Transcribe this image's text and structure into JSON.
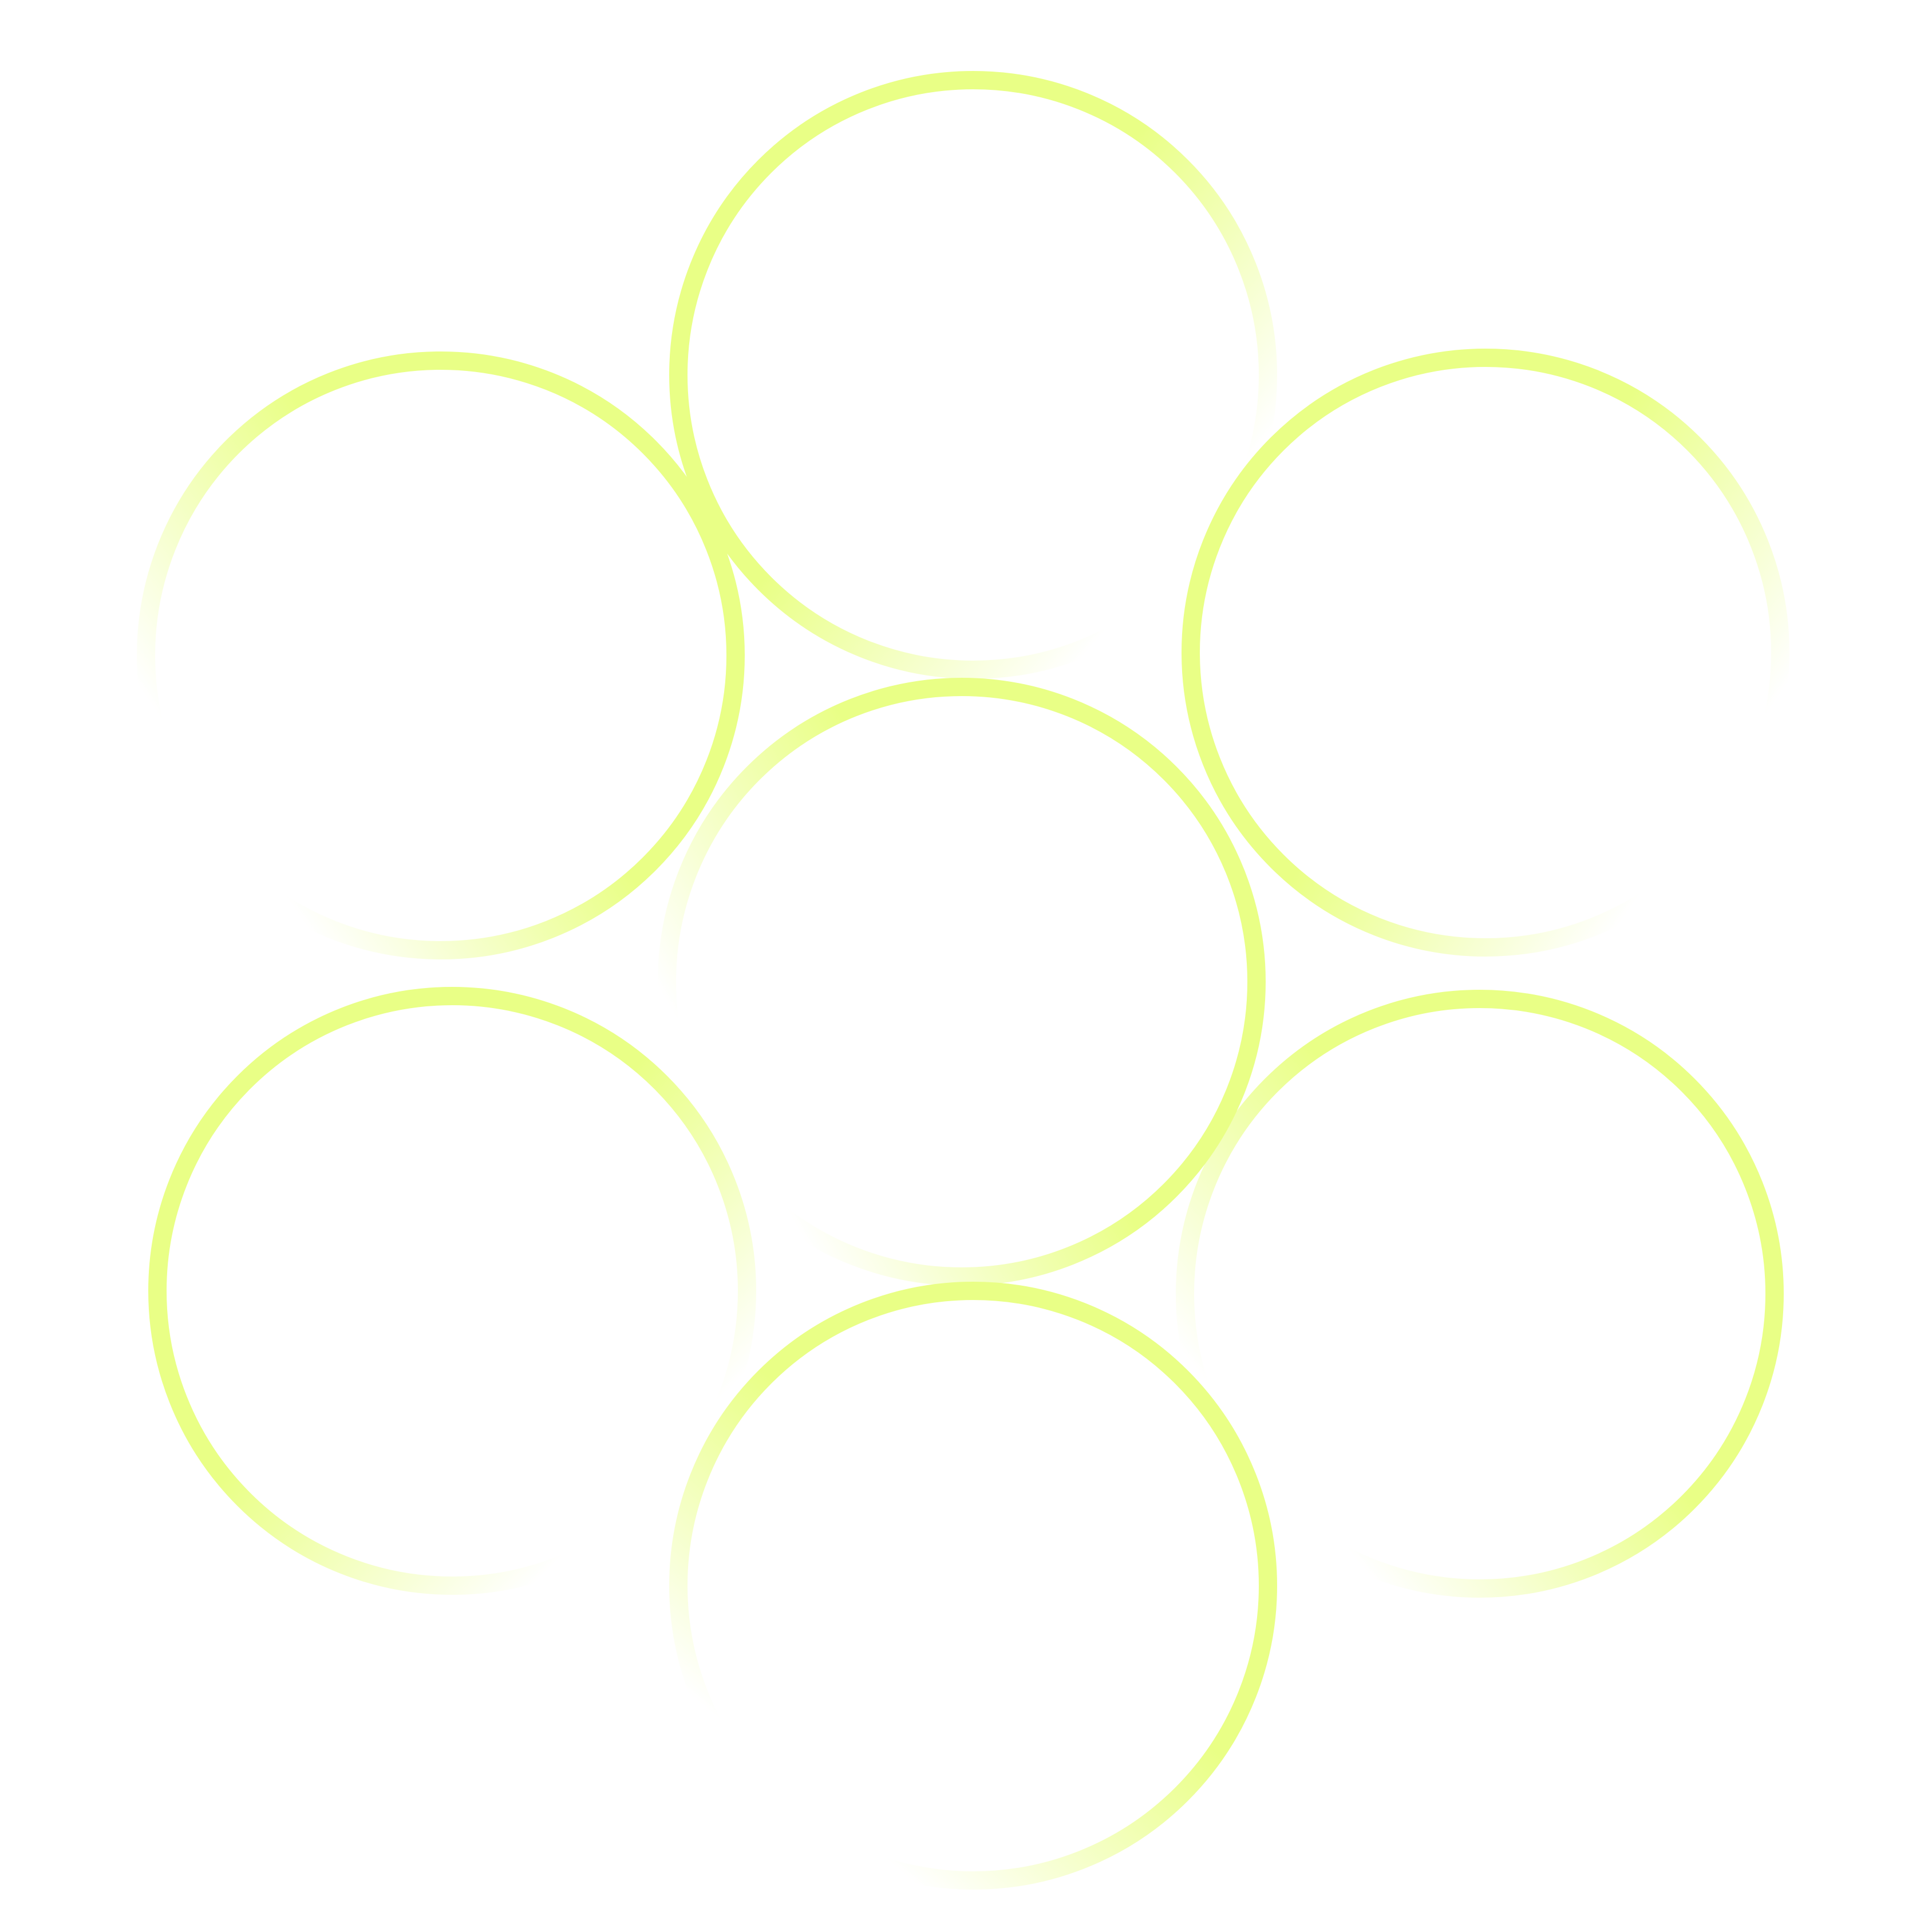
{
  "stroke_color": "#e9ff86",
  "background_color": "#ffffff",
  "rings": [
    {
      "name": "ring-top"
    },
    {
      "name": "ring-upper-left"
    },
    {
      "name": "ring-upper-right"
    },
    {
      "name": "ring-center"
    },
    {
      "name": "ring-lower-left"
    },
    {
      "name": "ring-lower-right"
    },
    {
      "name": "ring-bottom"
    }
  ]
}
